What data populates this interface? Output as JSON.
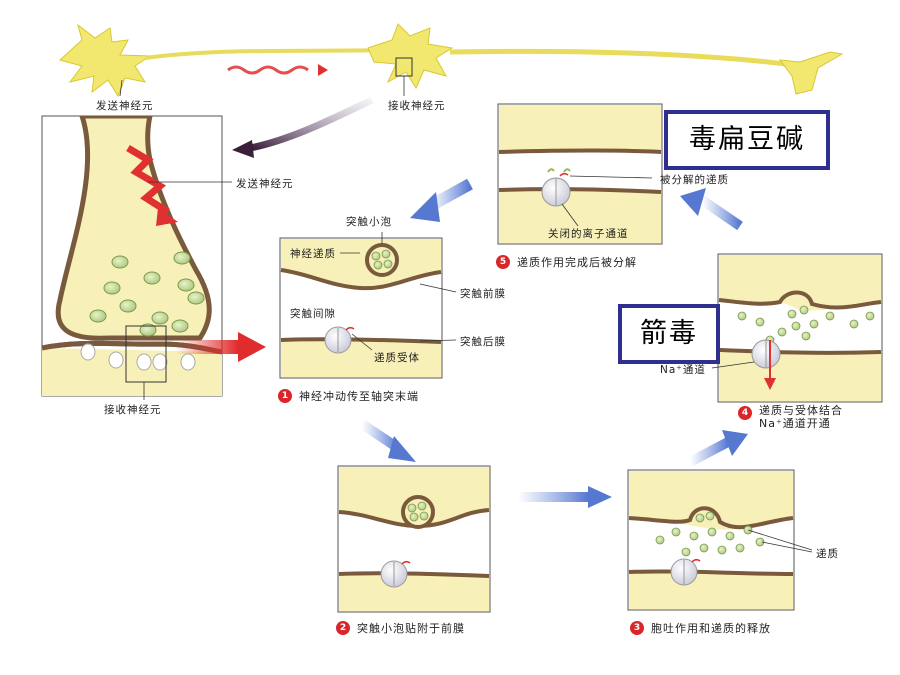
{
  "labels": {
    "sending_neuron_top": "发送神经元",
    "receiving_neuron_top": "接收神经元",
    "sending_neuron_big": "发送神经元",
    "receiving_neuron_big": "接收神经元",
    "synaptic_vesicle": "突触小泡",
    "neurotransmitter": "神经递质",
    "presynaptic_membrane": "突触前膜",
    "synaptic_cleft": "突触间隙",
    "postsynaptic_membrane": "突触后膜",
    "transmitter_receptor": "递质受体",
    "decomposed_transmitter": "被分解的递质",
    "closed_ion_channel": "关闭的离子通道",
    "na_channel": "Na⁺通道",
    "transmitter_step3": "递质"
  },
  "steps": [
    {
      "num": "1",
      "text": "神经冲动传至轴突末端"
    },
    {
      "num": "2",
      "text": "突触小泡贴附于前膜"
    },
    {
      "num": "3",
      "text": "胞吐作用和递质的释放"
    },
    {
      "num": "4",
      "text": "递质与受体结合",
      "text2": "Na⁺通道开通"
    },
    {
      "num": "5",
      "text": "递质作用完成后被分解"
    }
  ],
  "toxins": {
    "physostigmine": "毒扁豆碱",
    "arrow_poison": "箭毒"
  },
  "colors": {
    "neuron_fill": "#f7f0b8",
    "membrane": "#7a5a3c",
    "vesicle": "#c9dd9b",
    "arrow_blue": "#6a8ad8",
    "arrow_red": "#e02c2c",
    "toxin_border": "#2f2f8f"
  }
}
